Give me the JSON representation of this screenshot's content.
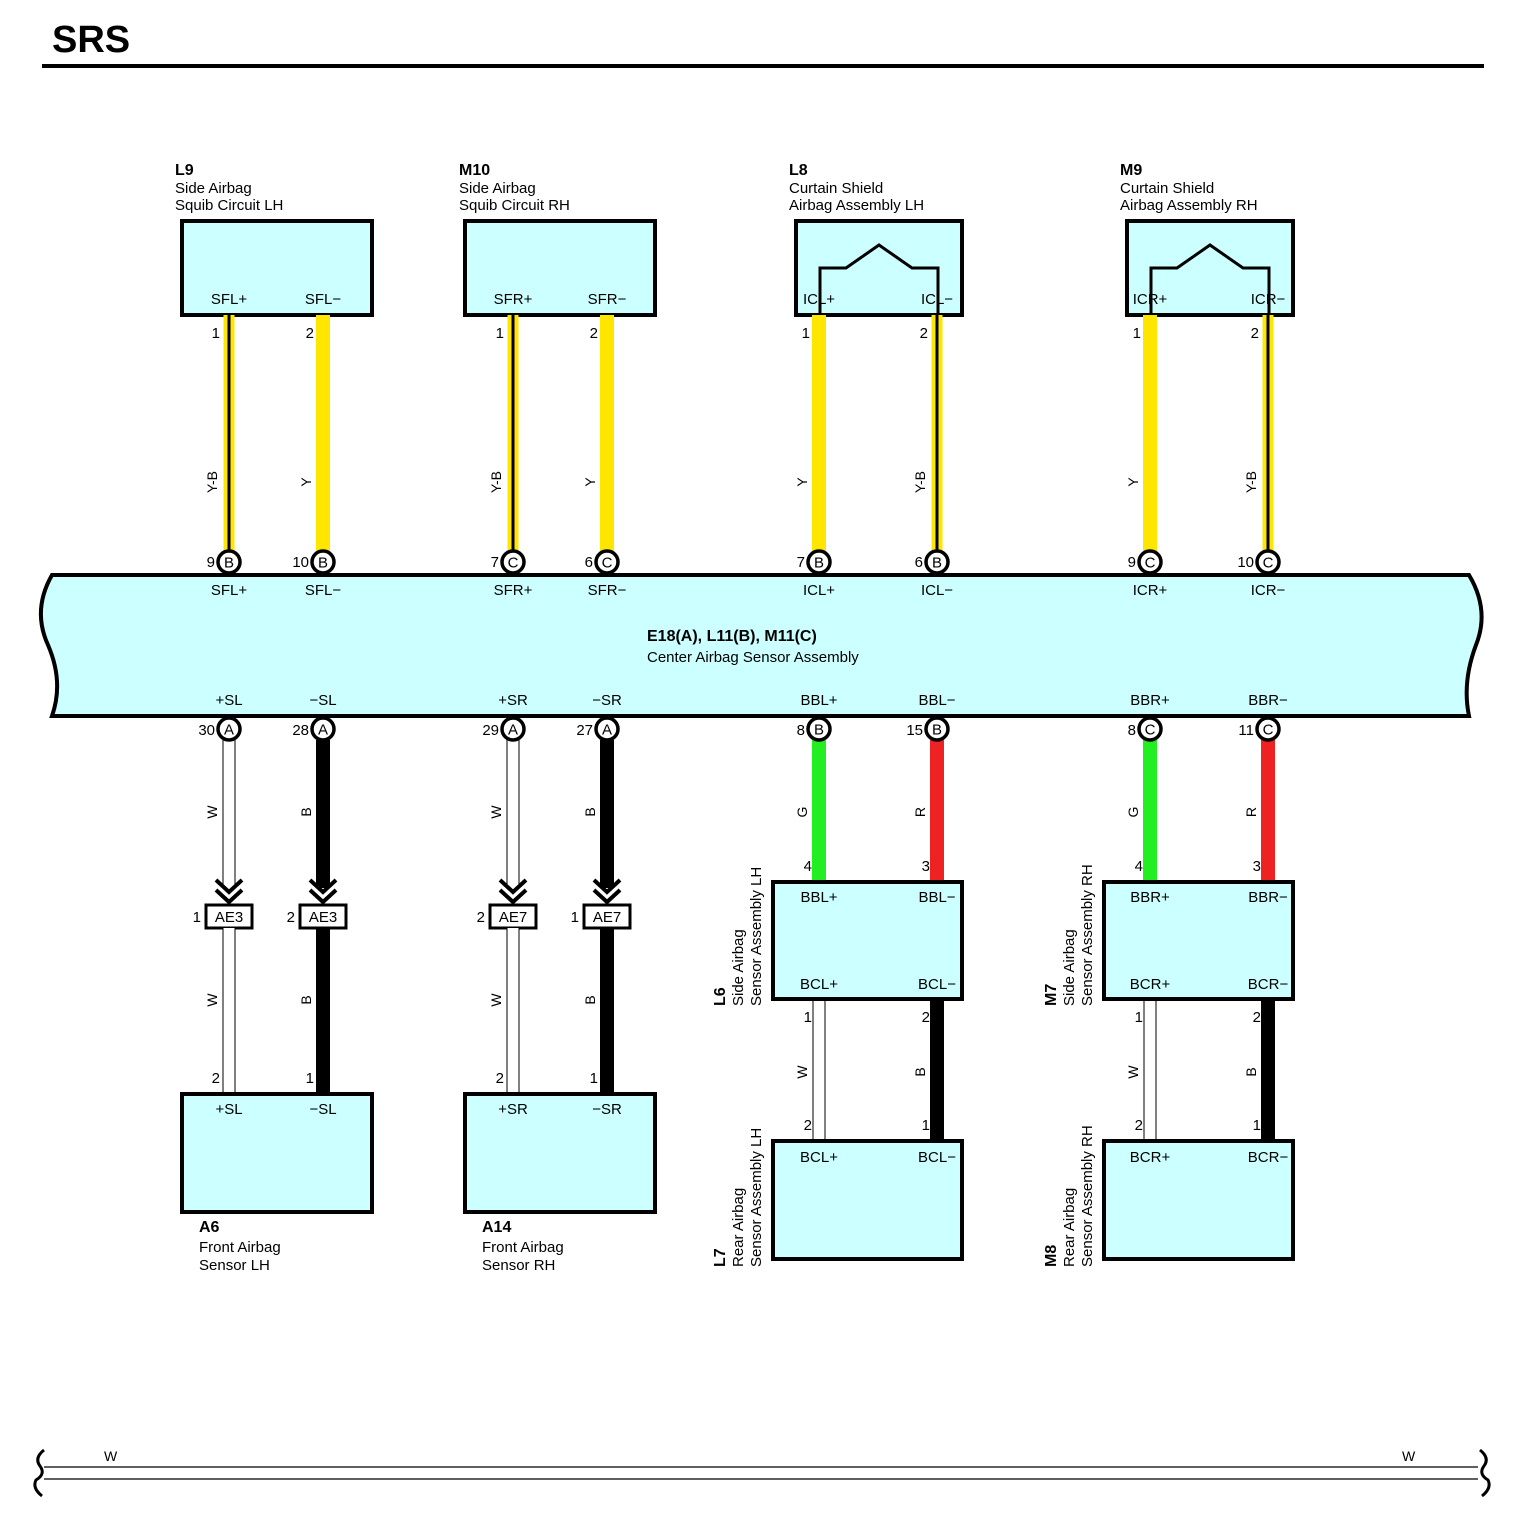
{
  "title": "SRS",
  "colors": {
    "box_fill": "#ccffff",
    "Y": "#ffe600",
    "B": "#000000",
    "W": "#ffffff",
    "G": "#22ee22",
    "R": "#ee2222"
  },
  "ecu": {
    "code": "E18(A), L11(B), M11(C)",
    "name": "Center Airbag Sensor Assembly"
  },
  "top_components": [
    {
      "code": "L9",
      "line1": "Side Airbag",
      "line2": "Squib Circuit LH"
    },
    {
      "code": "M10",
      "line1": "Side Airbag",
      "line2": "Squib Circuit RH"
    },
    {
      "code": "L8",
      "line1": "Curtain Shield",
      "line2": "Airbag Assembly LH"
    },
    {
      "code": "M9",
      "line1": "Curtain Shield",
      "line2": "Airbag Assembly RH"
    }
  ],
  "top_wires": [
    {
      "term": "SFL+",
      "comp_pin": "1",
      "color": "Y-B",
      "ecu_pin": "9",
      "ecu_conn": "B",
      "ecu_term": "SFL+"
    },
    {
      "term": "SFL−",
      "comp_pin": "2",
      "color": "Y",
      "ecu_pin": "10",
      "ecu_conn": "B",
      "ecu_term": "SFL−"
    },
    {
      "term": "SFR+",
      "comp_pin": "1",
      "color": "Y-B",
      "ecu_pin": "7",
      "ecu_conn": "C",
      "ecu_term": "SFR+"
    },
    {
      "term": "SFR−",
      "comp_pin": "2",
      "color": "Y",
      "ecu_pin": "6",
      "ecu_conn": "C",
      "ecu_term": "SFR−"
    },
    {
      "term": "ICL+",
      "comp_pin": "1",
      "color": "Y",
      "ecu_pin": "7",
      "ecu_conn": "B",
      "ecu_term": "ICL+"
    },
    {
      "term": "ICL−",
      "comp_pin": "2",
      "color": "Y-B",
      "ecu_pin": "6",
      "ecu_conn": "B",
      "ecu_term": "ICL−"
    },
    {
      "term": "ICR+",
      "comp_pin": "1",
      "color": "Y",
      "ecu_pin": "9",
      "ecu_conn": "C",
      "ecu_term": "ICR+"
    },
    {
      "term": "ICR−",
      "comp_pin": "2",
      "color": "Y-B",
      "ecu_pin": "10",
      "ecu_conn": "C",
      "ecu_term": "ICR−"
    }
  ],
  "bottom_wires": [
    {
      "ecu_term": "+SL",
      "ecu_pin": "30",
      "ecu_conn": "A",
      "color": "W"
    },
    {
      "ecu_term": "−SL",
      "ecu_pin": "28",
      "ecu_conn": "A",
      "color": "B"
    },
    {
      "ecu_term": "+SR",
      "ecu_pin": "29",
      "ecu_conn": "A",
      "color": "W"
    },
    {
      "ecu_term": "−SR",
      "ecu_pin": "27",
      "ecu_conn": "A",
      "color": "B"
    },
    {
      "ecu_term": "BBL+",
      "ecu_pin": "8",
      "ecu_conn": "B",
      "color": "G"
    },
    {
      "ecu_term": "BBL−",
      "ecu_pin": "15",
      "ecu_conn": "B",
      "color": "R"
    },
    {
      "ecu_term": "BBR+",
      "ecu_pin": "8",
      "ecu_conn": "C",
      "color": "G"
    },
    {
      "ecu_term": "BBR−",
      "ecu_pin": "11",
      "ecu_conn": "C",
      "color": "R"
    }
  ],
  "junctions": [
    {
      "pin": "1",
      "name": "AE3",
      "color_below": "W",
      "sensor_pin": "2",
      "sensor_term": "+SL"
    },
    {
      "pin": "2",
      "name": "AE3",
      "color_below": "B",
      "sensor_pin": "1",
      "sensor_term": "−SL"
    },
    {
      "pin": "2",
      "name": "AE7",
      "color_below": "W",
      "sensor_pin": "2",
      "sensor_term": "+SR"
    },
    {
      "pin": "1",
      "name": "AE7",
      "color_below": "B",
      "sensor_pin": "1",
      "sensor_term": "−SR"
    }
  ],
  "front_sensors": [
    {
      "code": "A6",
      "line1": "Front Airbag",
      "line2": "Sensor LH"
    },
    {
      "code": "A14",
      "line1": "Front Airbag",
      "line2": "Sensor RH"
    }
  ],
  "side_sensors": [
    {
      "code": "L6",
      "line1": "Side Airbag",
      "line2": "Sensor Assembly LH",
      "in_pins": [
        "4",
        "3"
      ],
      "in_terms": [
        "BBL+",
        "BBL−"
      ],
      "out_terms": [
        "BCL+",
        "BCL−"
      ],
      "out_pins": [
        "1",
        "2"
      ],
      "link_colors": [
        "W",
        "B"
      ]
    },
    {
      "code": "M7",
      "line1": "Side Airbag",
      "line2": "Sensor Assembly RH",
      "in_pins": [
        "4",
        "3"
      ],
      "in_terms": [
        "BBR+",
        "BBR−"
      ],
      "out_terms": [
        "BCR+",
        "BCR−"
      ],
      "out_pins": [
        "1",
        "2"
      ],
      "link_colors": [
        "W",
        "B"
      ]
    }
  ],
  "rear_sensors": [
    {
      "code": "L7",
      "line1": "Rear Airbag",
      "line2": "Sensor Assembly LH",
      "pins": [
        "2",
        "1"
      ],
      "terms": [
        "BCL+",
        "BCL−"
      ]
    },
    {
      "code": "M8",
      "line1": "Rear Airbag",
      "line2": "Sensor Assembly RH",
      "pins": [
        "2",
        "1"
      ],
      "terms": [
        "BCR+",
        "BCR−"
      ]
    }
  ],
  "bottom_bar": {
    "left_label": "W",
    "right_label": "W"
  }
}
